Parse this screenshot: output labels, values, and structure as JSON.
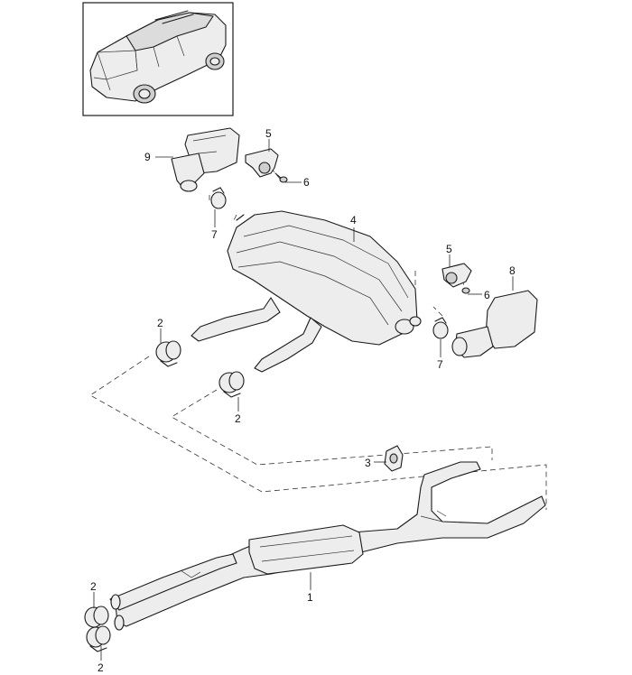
{
  "callouts": {
    "c1": "1",
    "c2a": "2",
    "c2b": "2",
    "c2c": "2",
    "c2d": "2",
    "c3": "3",
    "c4": "4",
    "c5a": "5",
    "c5b": "5",
    "c6a": "6",
    "c6b": "6",
    "c7a": "7",
    "c7b": "7",
    "c8": "8",
    "c9": "9"
  },
  "colors": {
    "line": "#1a1a1a",
    "part_fill": "#ededed",
    "background": "#ffffff"
  }
}
